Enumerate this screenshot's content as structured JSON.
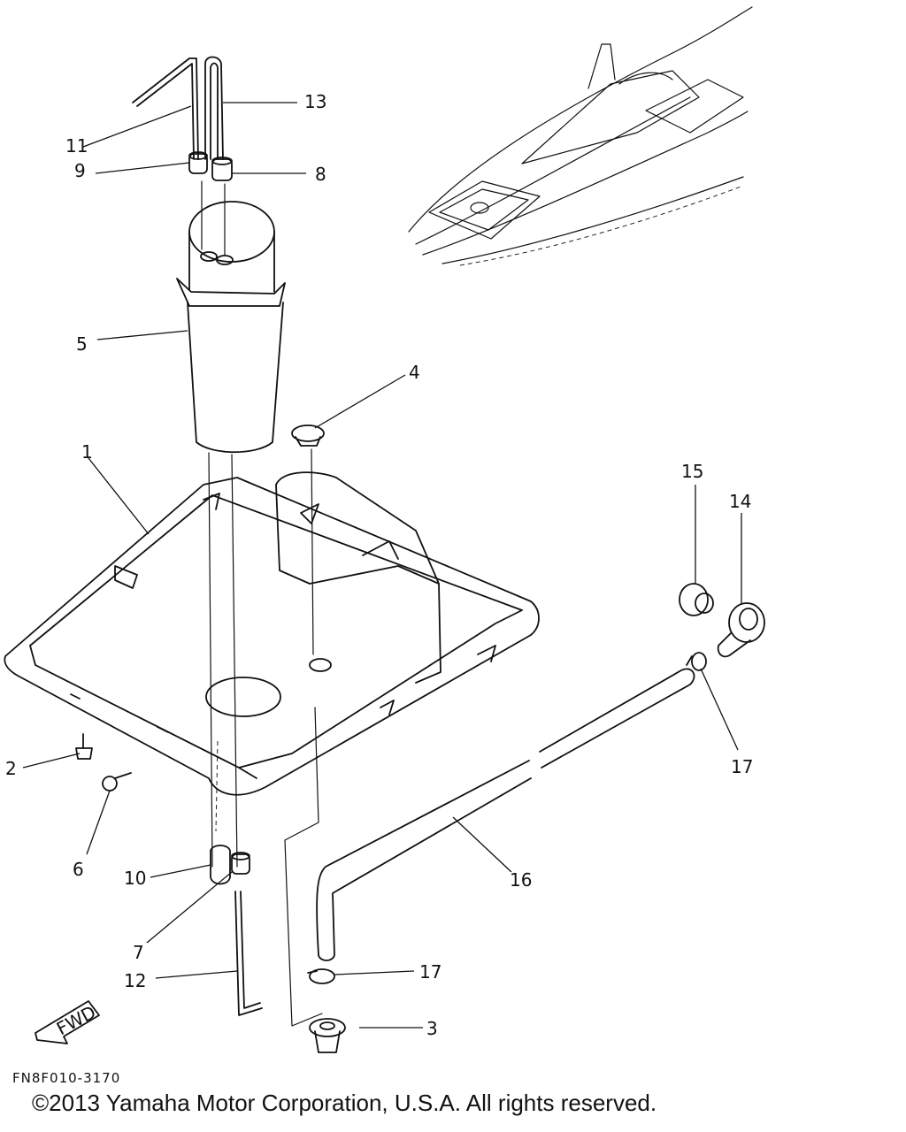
{
  "callouts": [
    {
      "id": "1",
      "label": "1"
    },
    {
      "id": "2",
      "label": "2"
    },
    {
      "id": "3",
      "label": "3"
    },
    {
      "id": "4",
      "label": "4"
    },
    {
      "id": "5",
      "label": "5"
    },
    {
      "id": "6",
      "label": "6"
    },
    {
      "id": "7",
      "label": "7"
    },
    {
      "id": "8",
      "label": "8"
    },
    {
      "id": "9",
      "label": "9"
    },
    {
      "id": "10",
      "label": "10"
    },
    {
      "id": "11",
      "label": "11"
    },
    {
      "id": "12",
      "label": "12"
    },
    {
      "id": "13",
      "label": "13"
    },
    {
      "id": "14",
      "label": "14"
    },
    {
      "id": "15",
      "label": "15"
    },
    {
      "id": "16",
      "label": "16"
    },
    {
      "id": "17a",
      "label": "17"
    },
    {
      "id": "17b",
      "label": "17"
    }
  ],
  "fwd_label": "FWD",
  "diagram_code": "FN8F010-3170",
  "copyright": "©2013 Yamaha Motor Corporation, U.S.A. All rights reserved."
}
